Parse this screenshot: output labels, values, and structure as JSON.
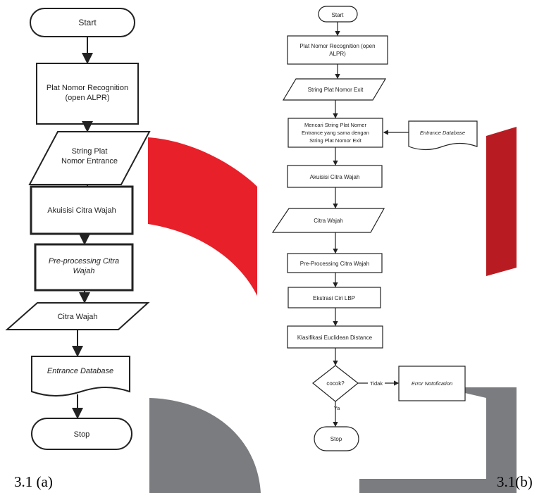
{
  "colors": {
    "red": "#e8202a",
    "dark_red": "#b81c22",
    "gray": "#7b7c80",
    "stroke": "#222222"
  },
  "flowchart_a": {
    "start": "Start",
    "recognition": [
      "Plat Nomor Recognition",
      "(open ALPR)"
    ],
    "string_entrance": [
      "String Plat",
      "Nomor Entrance"
    ],
    "akuisisi": "Akuisisi Citra Wajah",
    "preprocessing": [
      "Pre-processing Citra",
      "Wajah"
    ],
    "citra": "Citra Wajah",
    "database": "Entrance Database",
    "stop": "Stop"
  },
  "flowchart_b": {
    "start": "Start",
    "recognition": [
      "Plat Nomor Recognition (open",
      "ALPR)"
    ],
    "string_exit": "String Plat Nomor Exit",
    "mencari": [
      "Mencari String Plat Nomer",
      "Entrance yang sama dengan",
      "String Plat Nomor Exit"
    ],
    "entrance_db": "Entrance Database",
    "akuisisi": "Akuisisi Citra Wajah",
    "citra": "Citra Wajah",
    "preprocessing": "Pre-Processing Citra Wajah",
    "ekstrasi": "Ekstrasi Ciri LBP",
    "klasifikasi": "Klasifikasi Euclidean Distance",
    "decision": "cocok?",
    "tidak": "Tidak",
    "ya": "Ya",
    "error": "Error Notofication",
    "stop": "Stop"
  },
  "captions": {
    "a": "3.1 (a)",
    "b": "3.1(b)"
  }
}
